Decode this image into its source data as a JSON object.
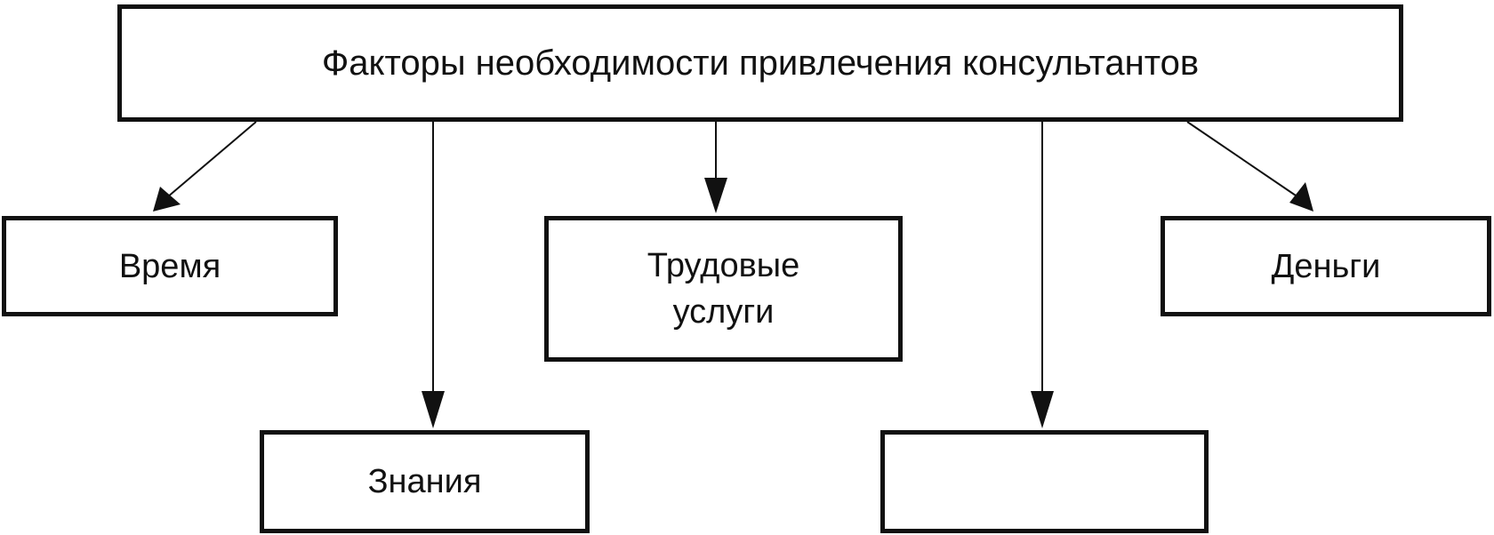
{
  "diagram": {
    "root": {
      "label": "Факторы необходимости привлечения консультантов"
    },
    "factors": {
      "time": "Время",
      "labor_services": "Трудовые\nуслуги",
      "money": "Деньги",
      "knowledge": "Знания",
      "empty": ""
    },
    "colors": {
      "line": "#111111",
      "background": "#ffffff"
    }
  }
}
